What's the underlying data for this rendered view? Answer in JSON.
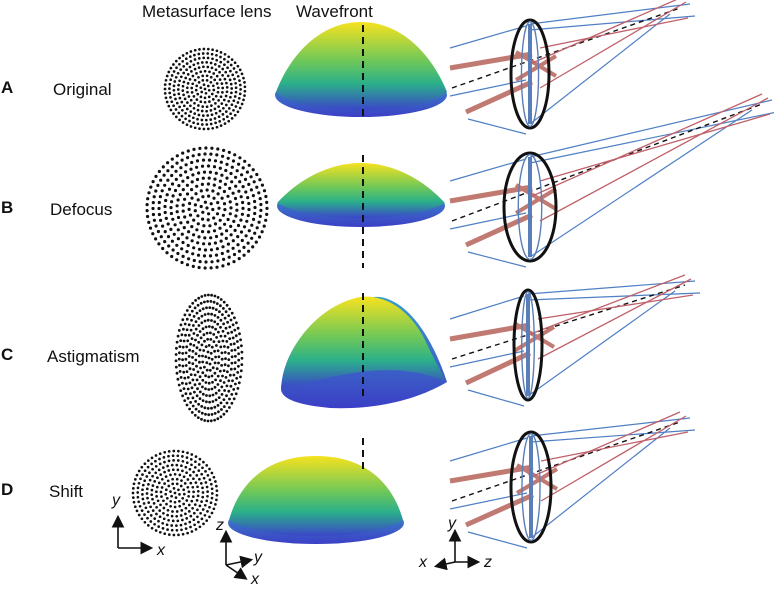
{
  "headers": {
    "metasurface": "Metasurface lens",
    "wavefront": "Wavefront"
  },
  "rows": [
    {
      "letter": "A",
      "name": "Original"
    },
    {
      "letter": "B",
      "name": "Defocus"
    },
    {
      "letter": "C",
      "name": "Astigmatism"
    },
    {
      "letter": "D",
      "name": "Shift"
    }
  ],
  "axes": {
    "lens": {
      "up": "y",
      "right": "x"
    },
    "wave": {
      "up": "z",
      "diag": "y",
      "down": "x"
    },
    "ray": {
      "left": "x",
      "up": "y",
      "right": "z"
    }
  },
  "colors": {
    "ray_thick": "#c07a72",
    "ray_thin": "#c0616a",
    "ray_blue": "#4f7fc4",
    "lens_blue": "#5a7fb8",
    "wave_top": "#f6e21f",
    "wave_mid": "#2bb08a",
    "wave_bottom": "#3a46c8"
  }
}
